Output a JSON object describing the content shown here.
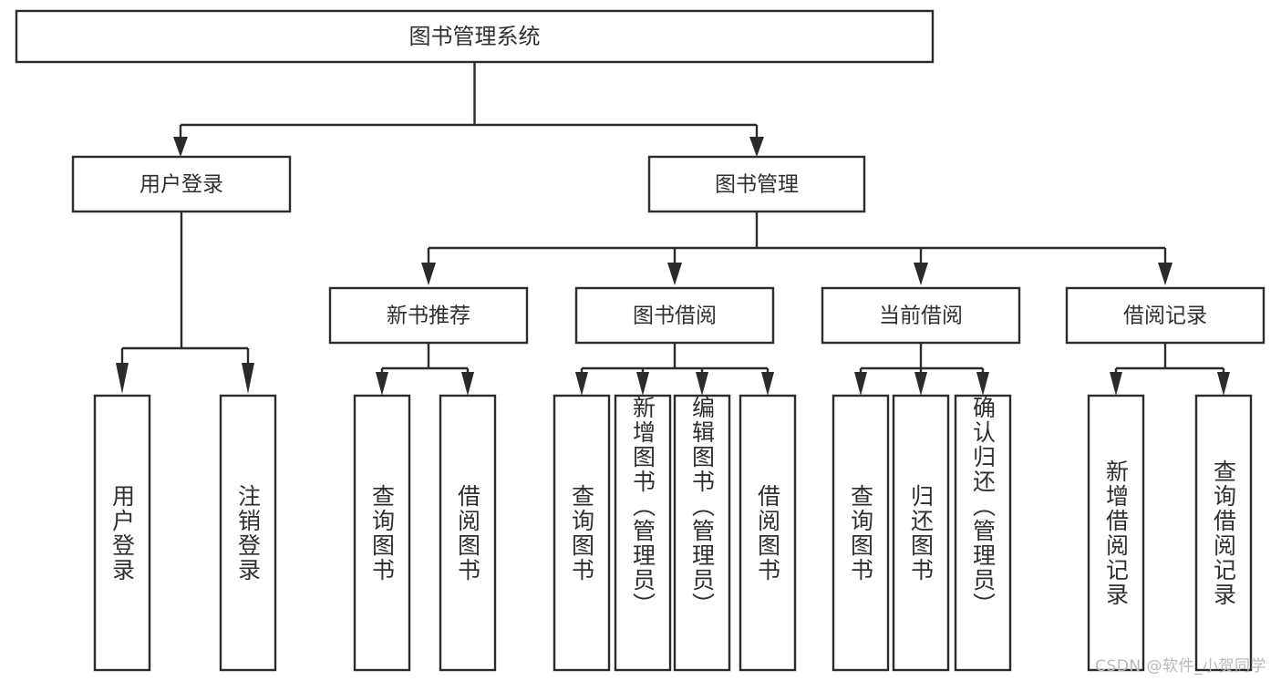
{
  "diagram": {
    "kind": "tree-hierarchy-chart",
    "watermark": "CSDN @软件_小贺同学",
    "colors": {
      "background": "#ffffff",
      "box_stroke": "#2b2b2b",
      "box_fill": "#ffffff",
      "text": "#2f2f2f",
      "watermark": "#b9b9b9"
    },
    "root": {
      "label": "图书管理系统"
    },
    "level1": [
      {
        "label": "用户登录"
      },
      {
        "label": "图书管理"
      }
    ],
    "level2": [
      {
        "label": "新书推荐"
      },
      {
        "label": "图书借阅"
      },
      {
        "label": "当前借阅"
      },
      {
        "label": "借阅记录"
      }
    ],
    "leaves": {
      "user_login": [
        {
          "label": "用户登录"
        },
        {
          "label": "注销登录"
        }
      ],
      "new_book_recommend": [
        {
          "label": "查询图书"
        },
        {
          "label": "借阅图书"
        }
      ],
      "book_borrow": [
        {
          "label": "查询图书"
        },
        {
          "label": "新增图书（管理员）"
        },
        {
          "label": "编辑图书（管理员）"
        },
        {
          "label": "借阅图书"
        }
      ],
      "current_borrow": [
        {
          "label": "查询图书"
        },
        {
          "label": "归还图书"
        },
        {
          "label": "确认归还（管理员）"
        }
      ],
      "borrow_record": [
        {
          "label": "新增借阅记录"
        },
        {
          "label": "查询借阅记录"
        }
      ]
    }
  }
}
